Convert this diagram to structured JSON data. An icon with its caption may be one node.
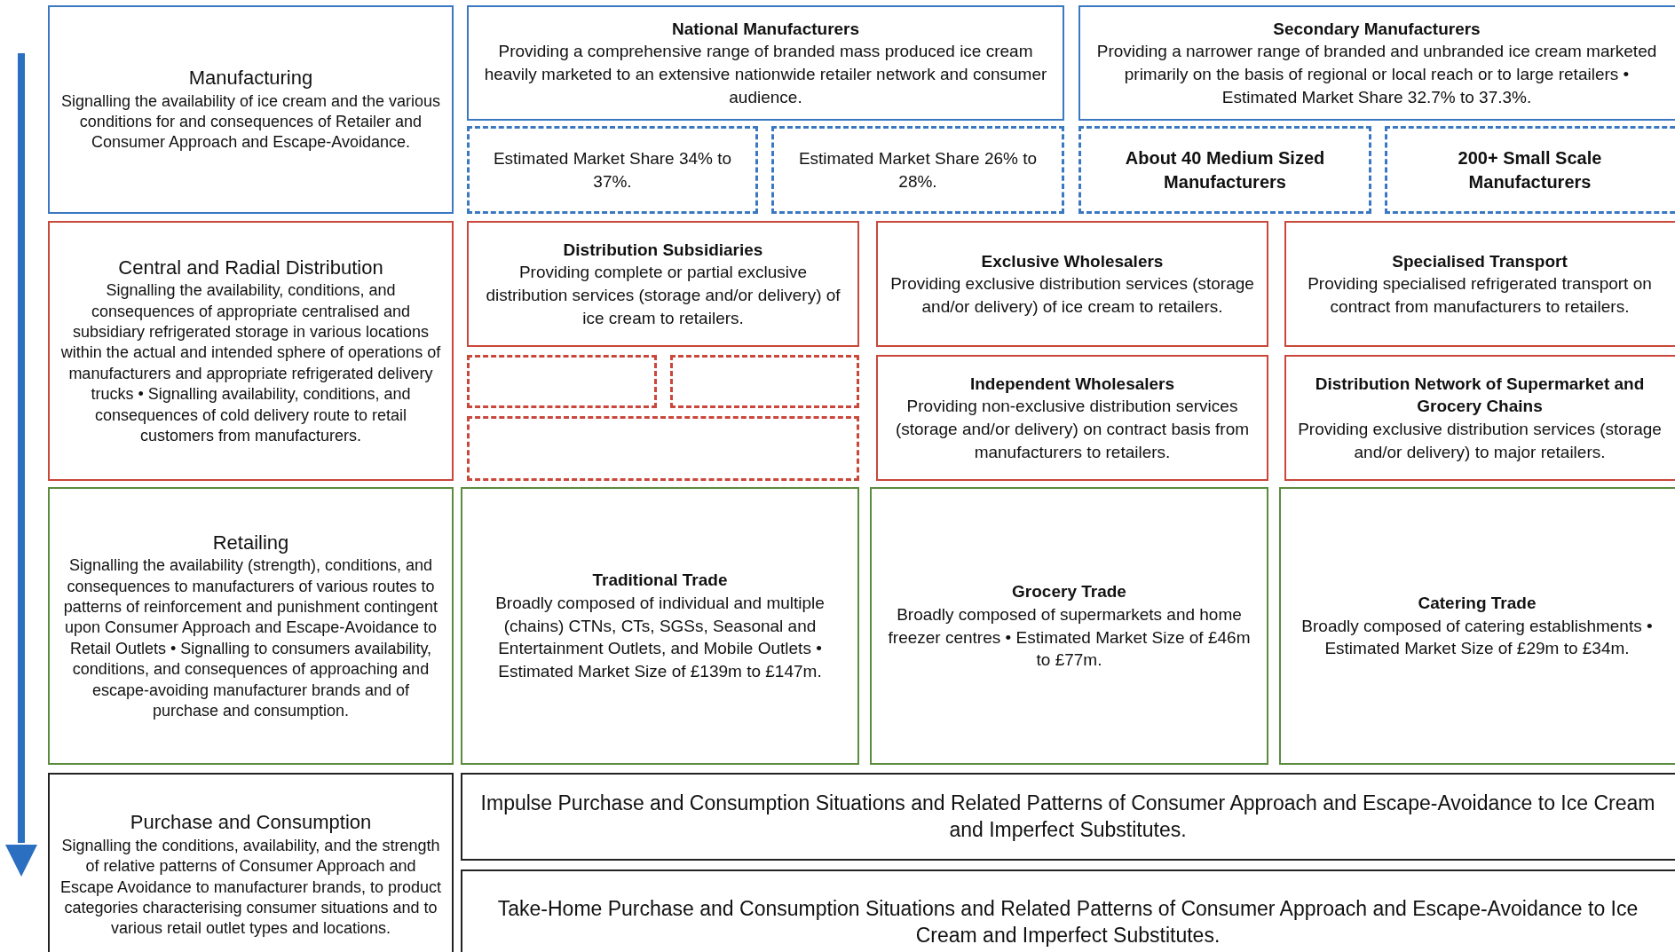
{
  "diagram": {
    "nodes": [
      {
        "text": [
          "Manufacturing",
          "Signalling the availability of ice cream and the various conditions for and consequences of Retailer and Consumer Approach and Escape-Avoidance."
        ]
      },
      {
        "text": [
          "National Manufacturers",
          "Providing a comprehensive range of branded mass produced ice cream heavily marketed to an extensive nationwide retailer network and consumer audience."
        ]
      },
      {
        "text": [
          "Secondary Manufacturers",
          "Providing a narrower range of branded and unbranded ice cream marketed primarily on the basis of regional or local reach or to large retailers • Estimated Market Share 32.7% to 37.3%."
        ]
      },
      {
        "text": [
          "Estimated Market Share 34% to 37%."
        ]
      },
      {
        "text": [
          "Estimated Market Share 26% to 28%."
        ]
      },
      {
        "text": [
          "About 40 Medium Sized Manufacturers"
        ]
      },
      {
        "text": [
          "200+ Small Scale Manufacturers"
        ]
      },
      {
        "text": [
          "Central and Radial Distribution",
          "Signalling the availability, conditions, and consequences of appropriate centralised and subsidiary refrigerated storage in various locations within the actual and intended sphere of operations of manufacturers and appropriate refrigerated delivery trucks • Signalling availability, conditions, and consequences of cold delivery route to retail customers from manufacturers."
        ]
      },
      {
        "text": [
          "Distribution Subsidiaries",
          "Providing complete or partial exclusive distribution services (storage and/or delivery) of ice cream to retailers."
        ]
      },
      {
        "text": [
          "Exclusive Wholesalers",
          "Providing exclusive distribution services (storage and/or delivery) of ice cream to retailers."
        ]
      },
      {
        "text": [
          "Specialised Transport",
          "Providing specialised refrigerated transport on contract from manufacturers to retailers."
        ]
      },
      {
        "text": [],
        "shape": "box"
      },
      {
        "text": [],
        "shape": "box"
      },
      {
        "text": [
          "Independent Wholesalers",
          "Providing non-exclusive distribution services (storage and/or delivery) on contract basis from manufacturers to retailers."
        ]
      },
      {
        "text": [
          "Distribution Network of Supermarket and Grocery Chains",
          "Providing exclusive distribution services (storage and/or delivery) to major retailers."
        ]
      },
      {
        "text": [],
        "shape": "box"
      },
      {
        "text": [
          "Retailing",
          "Signalling the availability (strength), conditions, and consequences to manufacturers of various routes to patterns of reinforcement and punishment contingent upon Consumer Approach and Escape-Avoidance to Retail Outlets • Signalling to consumers availability, conditions, and consequences of approaching and escape-avoiding manufacturer brands and of purchase and consumption."
        ]
      },
      {
        "text": [
          "Traditional Trade",
          "Broadly composed of individual and multiple (chains) CTNs, CTs, SGSs, Seasonal and Entertainment Outlets, and Mobile Outlets • Estimated Market Size of £139m to £147m."
        ]
      },
      {
        "text": [
          "Grocery Trade",
          "Broadly composed of supermarkets and home freezer centres • Estimated Market Size of £46m to £77m."
        ]
      },
      {
        "text": [
          "Catering Trade",
          "Broadly composed of catering establishments • Estimated Market Size of £29m to £34m."
        ]
      },
      {
        "text": [
          "Purchase and Consumption",
          "Signalling the conditions, availability, and the strength of relative patterns of Consumer Approach and Escape Avoidance to manufacturer brands, to product categories characterising consumer situations and to various retail outlet types and locations."
        ]
      },
      {
        "text": [
          "Impulse Purchase and Consumption Situations and Related Patterns of Consumer Approach and Escape-Avoidance to Ice Cream and Imperfect Substitutes."
        ]
      },
      {
        "text": [
          "Take-Home Purchase and Consumption Situations and Related Patterns of Consumer Approach and Escape-Avoidance to Ice Cream and Imperfect Substitutes."
        ]
      }
    ],
    "edges": []
  }
}
